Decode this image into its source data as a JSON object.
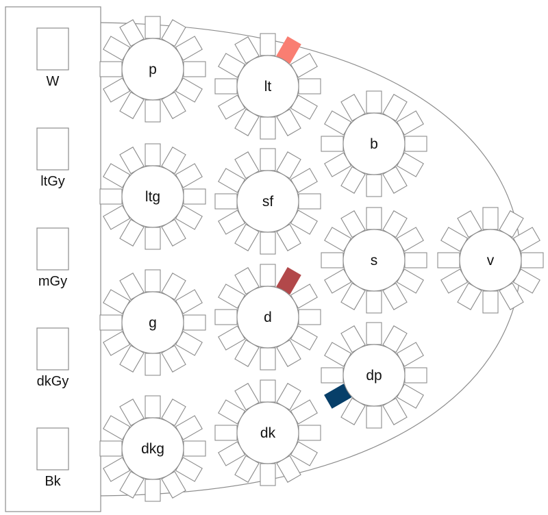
{
  "colors": {
    "stroke": "#8c8c8c",
    "background": "#ffffff",
    "text": "#111111",
    "seat_lt": "#f97e72",
    "seat_d": "#b2484a",
    "seat_dp": "#073f69"
  },
  "swatches": [
    {
      "label": "W"
    },
    {
      "label": "ltGy"
    },
    {
      "label": "mGy"
    },
    {
      "label": "dkGy"
    },
    {
      "label": "Bk"
    }
  ],
  "tables": [
    {
      "label": "p",
      "seats": 12,
      "highlighted_seat": null
    },
    {
      "label": "lt",
      "seats": 12,
      "highlighted_seat": {
        "seat": 10,
        "color_key": "seat_lt"
      }
    },
    {
      "label": "b",
      "seats": 12,
      "highlighted_seat": null
    },
    {
      "label": "ltg",
      "seats": 12,
      "highlighted_seat": null
    },
    {
      "label": "sf",
      "seats": 12,
      "highlighted_seat": null
    },
    {
      "label": "s",
      "seats": 12,
      "highlighted_seat": null
    },
    {
      "label": "v",
      "seats": 12,
      "highlighted_seat": null
    },
    {
      "label": "g",
      "seats": 12,
      "highlighted_seat": null
    },
    {
      "label": "d",
      "seats": 12,
      "highlighted_seat": {
        "seat": 10,
        "color_key": "seat_d"
      }
    },
    {
      "label": "dp",
      "seats": 12,
      "highlighted_seat": {
        "seat": 5,
        "color_key": "seat_dp"
      }
    },
    {
      "label": "dkg",
      "seats": 12,
      "highlighted_seat": null
    },
    {
      "label": "dk",
      "seats": 12,
      "highlighted_seat": null
    }
  ]
}
